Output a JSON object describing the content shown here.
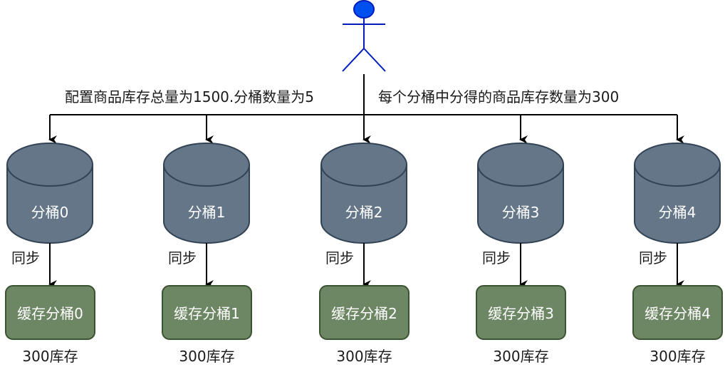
{
  "actor": {
    "name": "user-actor",
    "color": "#0050ef",
    "stroke": "#001dbc"
  },
  "labels": {
    "left": "配置商品库存总量为1500.分桶数量为5",
    "right": "每个分桶中分得的商品库存数量为300"
  },
  "colors": {
    "bucket_fill": "#647687",
    "bucket_stroke": "#314354",
    "cache_fill": "#6d8764",
    "cache_stroke": "#3a5431"
  },
  "buckets": [
    {
      "name": "分桶0",
      "sync": "同步",
      "cache": "缓存分桶0",
      "stock": "300库存"
    },
    {
      "name": "分桶1",
      "sync": "同步",
      "cache": "缓存分桶1",
      "stock": "300库存"
    },
    {
      "name": "分桶2",
      "sync": "同步",
      "cache": "缓存分桶2",
      "stock": "300库存"
    },
    {
      "name": "分桶3",
      "sync": "同步",
      "cache": "缓存分桶3",
      "stock": "300库存"
    },
    {
      "name": "分桶4",
      "sync": "同步",
      "cache": "缓存分桶4",
      "stock": "300库存"
    }
  ]
}
